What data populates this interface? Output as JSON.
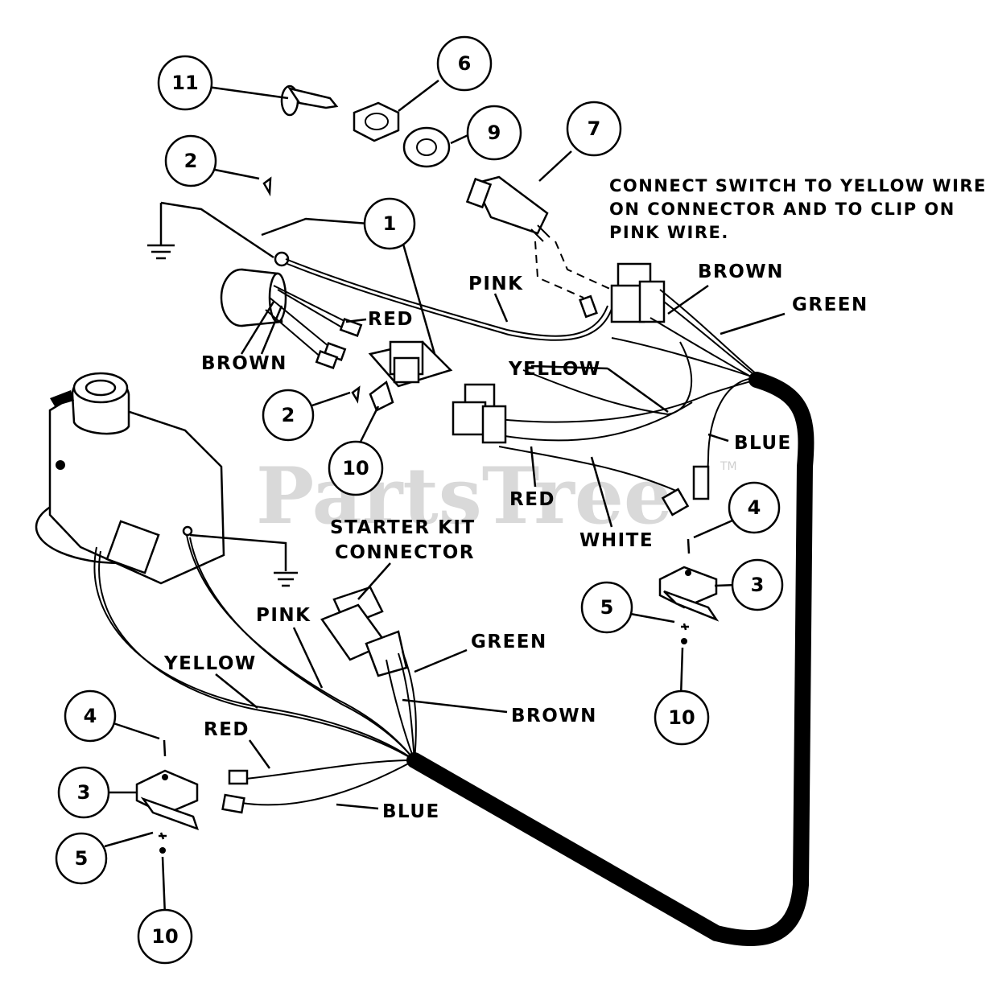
{
  "watermark": {
    "text": "PartsTree",
    "tm": "TM"
  },
  "note": {
    "line1": "CONNECT SWITCH TO YELLOW WIRE",
    "line2": "ON CONNECTOR AND TO CLIP ON",
    "line3": "PINK WIRE."
  },
  "callouts": {
    "c11": "11",
    "c6": "6",
    "c9": "9",
    "c7": "7",
    "c2a": "2",
    "c1": "1",
    "c2b": "2",
    "c10a": "10",
    "c4a": "4",
    "c3a": "3",
    "c5a": "5",
    "c10b": "10",
    "c4b": "4",
    "c3b": "3",
    "c5b": "5",
    "c10c": "10"
  },
  "wire_labels": {
    "pink_top": "PINK",
    "red_top": "RED",
    "brown_left": "BROWN",
    "brown_right": "BROWN",
    "green_right": "GREEN",
    "yellow_mid": "YELLOW",
    "blue_right": "BLUE",
    "red_mid": "RED",
    "white_mid": "WHITE",
    "starter1": "STARTER KIT",
    "starter2": "CONNECTOR",
    "pink_bottom": "PINK",
    "green_bottom": "GREEN",
    "yellow_bottom": "YELLOW",
    "brown_bottom": "BROWN",
    "red_bottom": "RED",
    "blue_bottom": "BLUE"
  }
}
